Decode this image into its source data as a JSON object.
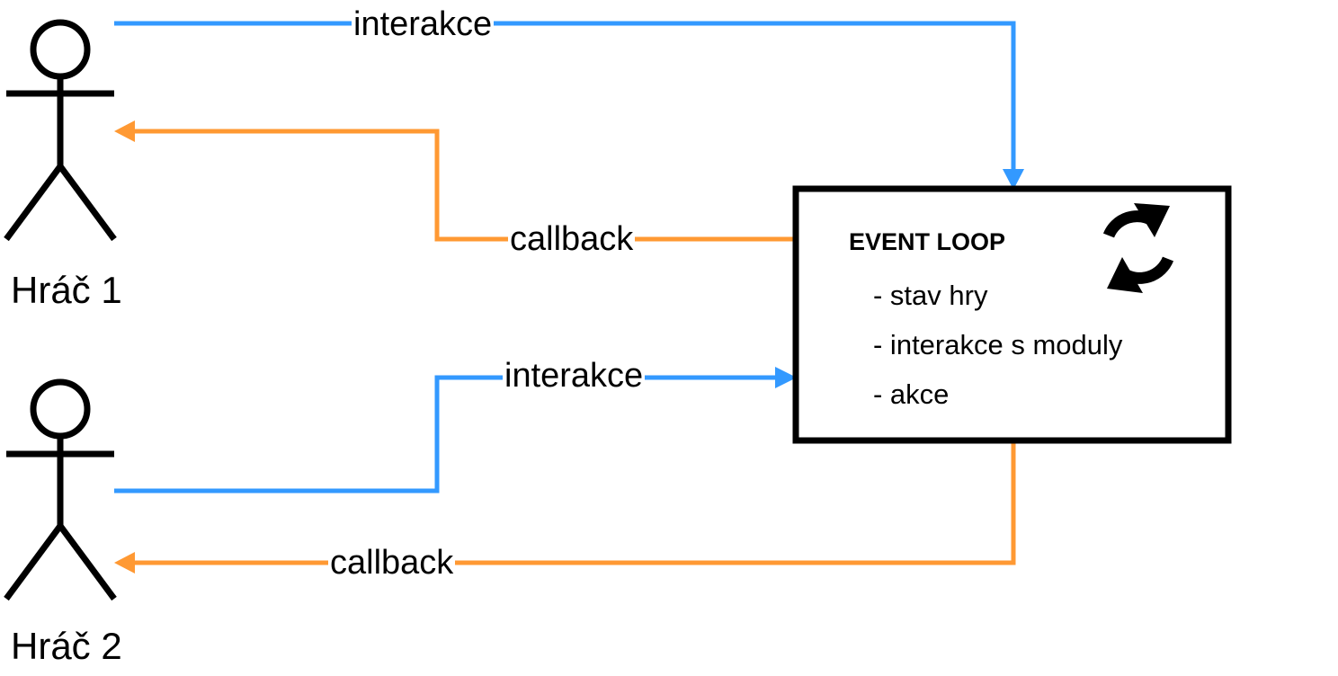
{
  "colors": {
    "interaction": "#3399ff",
    "callback": "#ff9933",
    "stroke": "#000000"
  },
  "actors": [
    {
      "name": "Hráč 1",
      "icon": "stick-figure-icon"
    },
    {
      "name": "Hráč 2",
      "icon": "stick-figure-icon"
    }
  ],
  "event_loop": {
    "title": "EVENT LOOP",
    "items": [
      "- stav hry",
      "- interakce s moduly",
      "- akce"
    ],
    "icon": "refresh-cycle-icon"
  },
  "edges": [
    {
      "from": "Hráč 1",
      "to": "EVENT LOOP",
      "label": "interakce",
      "kind": "interaction"
    },
    {
      "from": "EVENT LOOP",
      "to": "Hráč 1",
      "label": "callback",
      "kind": "callback"
    },
    {
      "from": "Hráč 2",
      "to": "EVENT LOOP",
      "label": "interakce",
      "kind": "interaction"
    },
    {
      "from": "EVENT LOOP",
      "to": "Hráč 2",
      "label": "callback",
      "kind": "callback"
    }
  ]
}
